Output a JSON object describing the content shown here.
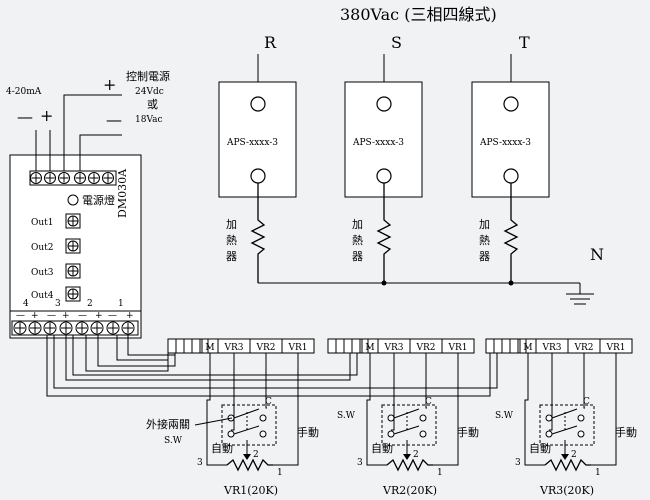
{
  "supply": {
    "title": "380Vac (三相四線式)",
    "phases": [
      "R",
      "S",
      "T"
    ],
    "neutral": "N"
  },
  "controller": {
    "model": "DM030A",
    "input_label": "4-20mA",
    "power_label": "控制電源",
    "power_v1": "24Vdc",
    "power_or": "或",
    "power_v2": "18Vac",
    "power_lamp": "電源燈",
    "outputs": [
      "Out1",
      "Out2",
      "Out3",
      "Out4"
    ],
    "bottom_numbers": [
      "4",
      "3",
      "2",
      "1"
    ]
  },
  "ssr": {
    "labels": [
      "APS-xxxx-3",
      "APS-xxxx-3",
      "APS-xxxx-3"
    ]
  },
  "heater": {
    "label_chars": [
      "加",
      "熱",
      "器"
    ]
  },
  "terminal": {
    "cells": [
      "M",
      "VR3",
      "VR2",
      "VR1"
    ]
  },
  "switch": {
    "external_label": "外接兩關",
    "sw_label": "S.W",
    "auto": "自動",
    "manual": "手動",
    "c": "C",
    "pin2": "2",
    "pin3": "3",
    "pin1": "1"
  },
  "pots": {
    "labels": [
      "VR1(20K)",
      "VR2(20K)",
      "VR3(20K)"
    ]
  }
}
